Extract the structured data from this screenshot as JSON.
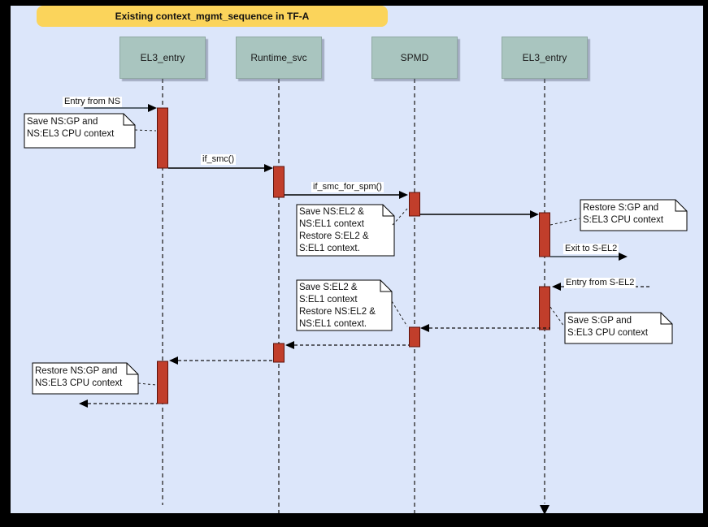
{
  "diagram": {
    "title": "Existing context_mgmt_sequence in TF-A",
    "actors": [
      "EL3_entry",
      "Runtime_svc",
      "SPMD",
      "EL3_entry"
    ],
    "messages": {
      "entry_from_ns": "Entry from NS",
      "if_smc": "if_smc()",
      "if_smc_for_spm": "if_smc_for_spm()",
      "exit_to_s_el2": "Exit to S-EL2",
      "entry_from_s_el2": "Entry from S-EL2"
    },
    "notes": {
      "save_ns_gp": "Save NS:GP and\nNS:EL3 CPU context",
      "save_ns_el2": "Save NS:EL2 &\nNS:EL1 context\nRestore S:EL2 &\nS:EL1 context.",
      "restore_s_gp": "Restore S:GP and\nS:EL3 CPU context",
      "save_s_el2": "Save S:EL2 &\nS:EL1 context\nRestore NS:EL2 &\nNS:EL1 context.",
      "save_s_gp": "Save S:GP and\nS:EL3 CPU context",
      "restore_ns_gp": "Restore NS:GP and\nNS:EL3 CPU context"
    }
  },
  "colors": {
    "background": "#dce6fa",
    "frame": "#000000",
    "title_bg": "#fbd45b",
    "actor_bg": "#a9c5bf",
    "activation": "#c13e2b",
    "note_bg": "#ffffff"
  }
}
